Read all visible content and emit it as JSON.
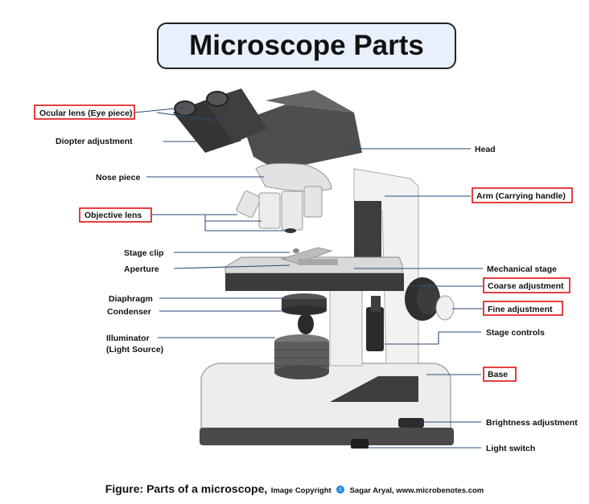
{
  "title": "Microscope Parts",
  "labels": {
    "ocular_lens": "Ocular lens (Eye piece)",
    "diopter_adjustment": "Diopter adjustment",
    "nose_piece": "Nose piece",
    "objective_lens": "Objective lens",
    "stage_clip": "Stage clip",
    "aperture": "Aperture",
    "diaphragm": "Diaphragm",
    "condenser": "Condenser",
    "illuminator_1": "Illuminator",
    "illuminator_2": "(Light Source)",
    "head": "Head",
    "arm": "Arm (Carrying handle)",
    "mechanical_stage": "Mechanical stage",
    "coarse_adjustment": "Coarse adjustment",
    "fine_adjustment": "Fine adjustment",
    "stage_controls": "Stage controls",
    "base": "Base",
    "brightness_adjustment": "Brightness adjustment",
    "light_switch": "Light switch"
  },
  "caption": {
    "main": "Figure: Parts of a microscope,",
    "copyright_prefix": "Image Copyright",
    "copyright_symbol": "c",
    "copyright_holder": "Sagar Aryal, www.microbenotes.com"
  },
  "colors": {
    "highlight_box": "#dd1111",
    "leader_line": "#2a4a7a",
    "title_bg": "#e8f0fb"
  }
}
